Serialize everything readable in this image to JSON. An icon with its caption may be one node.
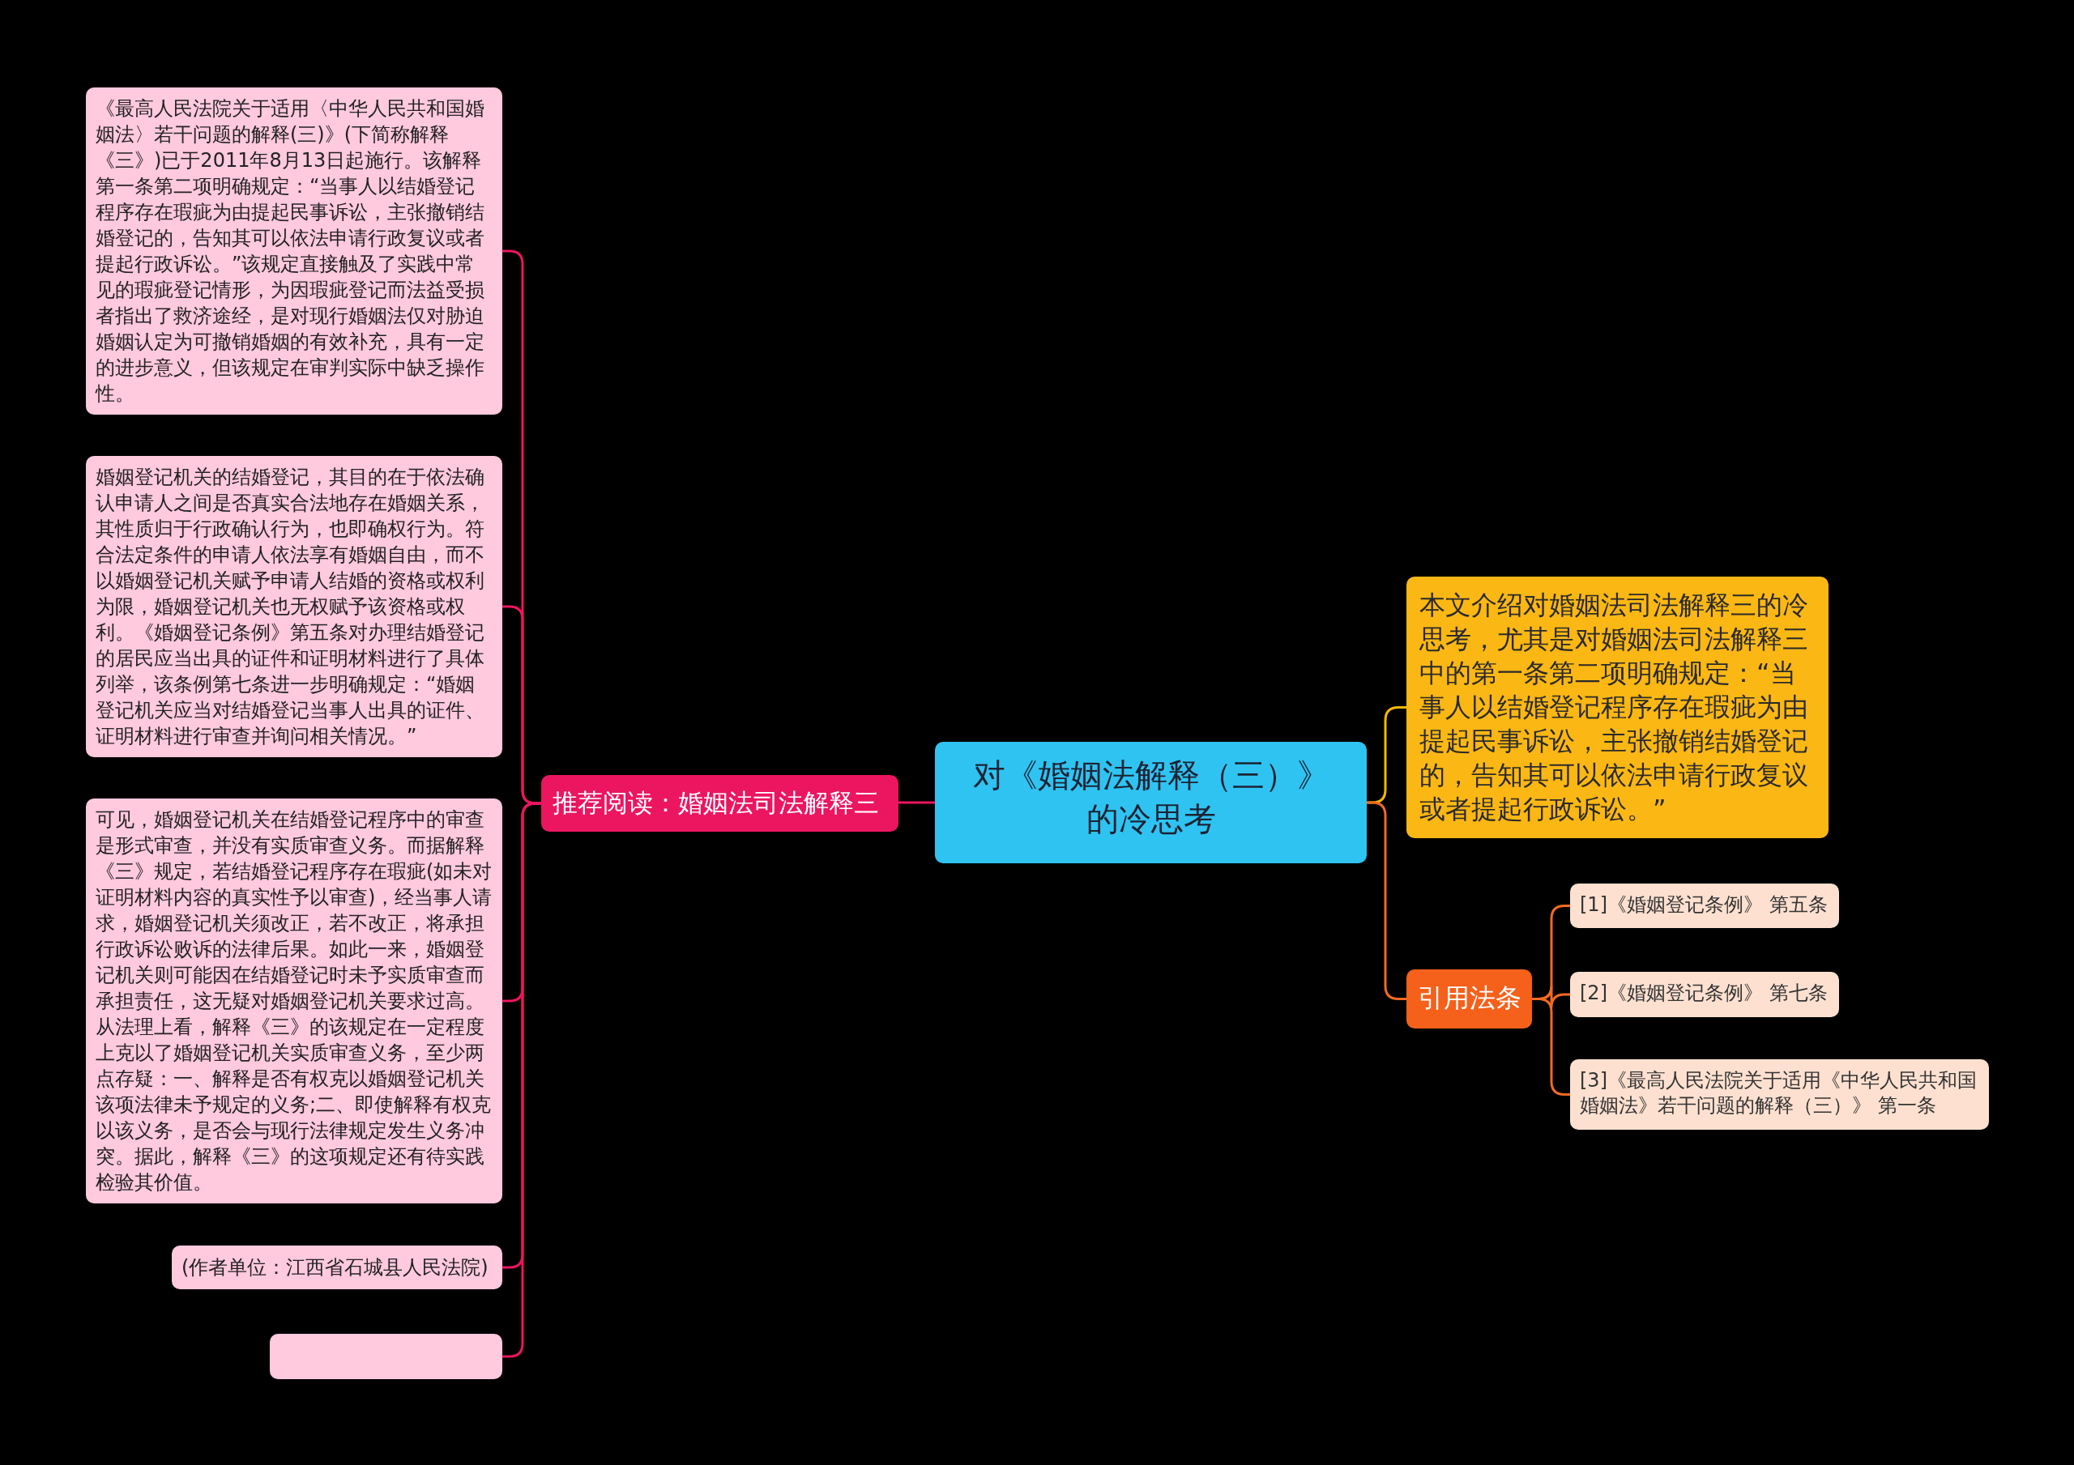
{
  "diagram": {
    "nodes": [
      {
        "text": [
          "对《婚姻法解释（三）》的冷思考"
        ]
      },
      {
        "text": [
          "推荐阅读：婚姻法司法解释三"
        ]
      },
      {
        "text": [
          "《最高人民法院关于适用〈中华人民共和国婚姻法〉若干问题的解释(三)》(下简称解释《三》)已于2011年8月13日起施行。该解释第一条第二项明确规定：“当事人以结婚登记程序存在瑕疵为由提起民事诉讼，主张撤销结婚登记的，告知其可以依法申请行政复议或者提起行政诉讼。”该规定直接触及了实践中常见的瑕疵登记情形，为因瑕疵登记而法益受损者指出了救济途经，是对现行婚姻法仅对胁迫婚姻认定为可撤销婚姻的有效补充，具有一定的进步意义，但该规定在审判实际中缺乏操作性。"
        ]
      },
      {
        "text": [
          "婚姻登记机关的结婚登记，其目的在于依法确认申请人之间是否真实合法地存在婚姻关系，其性质归于行政确认行为，也即确权行为。符合法定条件的申请人依法享有婚姻自由，而不以婚姻登记机关赋予申请人结婚的资格或权利为限，婚姻登记机关也无权赋予该资格或权利。《婚姻登记条例》第五条对办理结婚登记的居民应当出具的证件和证明材料进行了具体列举，该条例第七条进一步明确规定：“婚姻登记机关应当对结婚登记当事人出具的证件、证明材料进行审查并询问相关情况。”"
        ]
      },
      {
        "text": [
          "可见，婚姻登记机关在结婚登记程序中的审查是形式审查，并没有实质审查义务。而据解释《三》规定，若结婚登记程序存在瑕疵(如未对证明材料内容的真实性予以审查)，经当事人请求，婚姻登记机关须改正，若不改正，将承担行政诉讼败诉的法律后果。如此一来，婚姻登记机关则可能因在结婚登记时未予实质审查而承担责任，这无疑对婚姻登记机关要求过高。从法理上看，解释《三》的该规定在一定程度上克以了婚姻登记机关实质审查义务，至少两点存疑：一、解释是否有权克以婚姻登记机关该项法律未予规定的义务;二、即使解释有权克以该义务，是否会与现行法律规定发生义务冲突。据此，解释《三》的这项规定还有待实践检验其价值。"
        ]
      },
      {
        "text": [
          "(作者单位：江西省石城县人民法院)"
        ]
      },
      {
        "text": [],
        "shape": "box"
      },
      {
        "text": [
          "本文介绍对婚姻法司法解释三的冷思考，尤其是对婚姻法司法解释三中的第一条第二项明确规定：“当事人以结婚登记程序存在瑕疵为由提起民事诉讼，主张撤销结婚登记的，告知其可以依法申请行政复议或者提起行政诉讼。”"
        ]
      },
      {
        "text": [
          "引用法条"
        ]
      },
      {
        "text": [
          "[1]《婚姻登记条例》 第五条"
        ]
      },
      {
        "text": [
          "[2]《婚姻登记条例》 第七条"
        ]
      },
      {
        "text": [
          "[3]《最高人民法院关于适用《中华人民共和国婚姻法》若干问题的解释（三）》 第一条"
        ]
      }
    ],
    "edges": [
      {
        "from": 0,
        "to": 1,
        "arrow": "none"
      },
      {
        "from": 1,
        "to": 2,
        "arrow": "none"
      },
      {
        "from": 1,
        "to": 3,
        "arrow": "none"
      },
      {
        "from": 1,
        "to": 4,
        "arrow": "none"
      },
      {
        "from": 1,
        "to": 5,
        "arrow": "none"
      },
      {
        "from": 1,
        "to": 6,
        "arrow": "none"
      },
      {
        "from": 0,
        "to": 7,
        "arrow": "none",
        "color": "#f5b700"
      },
      {
        "from": 0,
        "to": 8,
        "arrow": "none",
        "color": "#f26a21"
      },
      {
        "from": 8,
        "to": 9,
        "arrow": "none",
        "color": "#f26a21"
      },
      {
        "from": 8,
        "to": 10,
        "arrow": "none",
        "color": "#f26a21"
      },
      {
        "from": 8,
        "to": 11,
        "arrow": "none",
        "color": "#f26a21"
      }
    ]
  }
}
